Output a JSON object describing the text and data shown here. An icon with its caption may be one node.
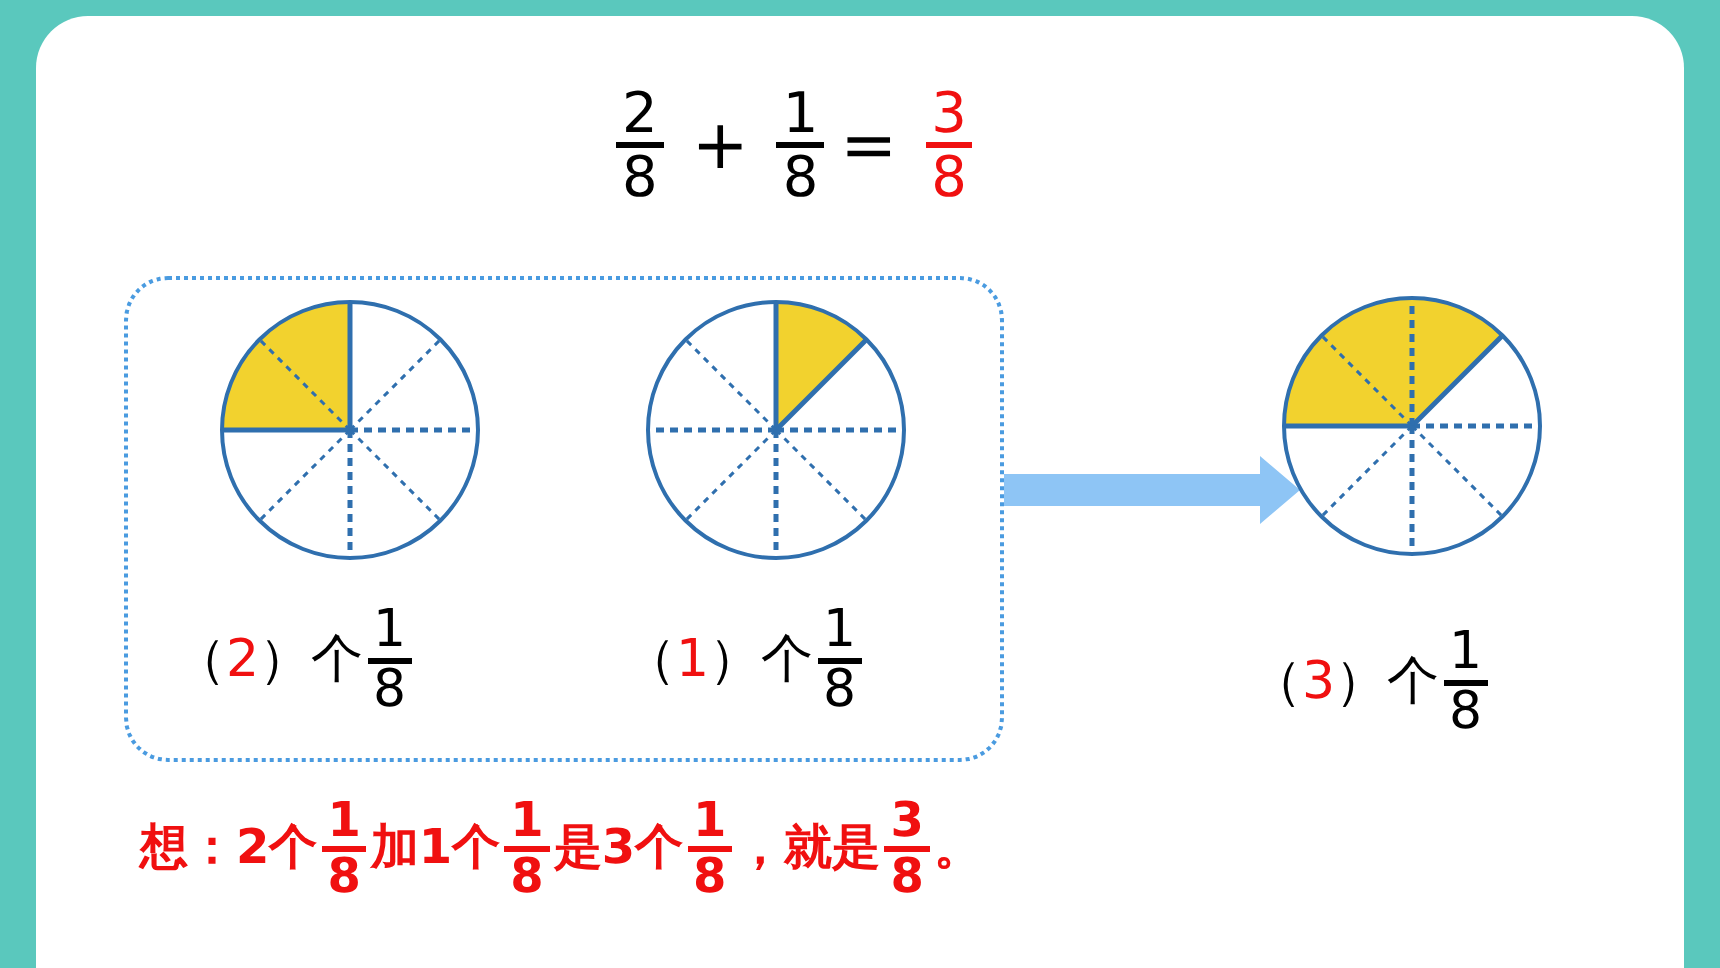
{
  "diagram": {
    "nodes": [
      {
        "text": [],
        "shape": "box"
      },
      {
        "text": [],
        "shape": "circle",
        "in": 0,
        "beside": [
          "（",
          "2",
          "）个",
          "1",
          "8"
        ]
      },
      {
        "text": [],
        "shape": "circle",
        "in": 0,
        "beside": [
          "（",
          "1",
          "）个",
          "1",
          "8"
        ]
      },
      {
        "text": [],
        "shape": "circle",
        "beside": [
          "（",
          "3",
          "）个",
          "1",
          "8"
        ]
      }
    ],
    "edges": [
      {
        "from": 0,
        "to": 3,
        "arrow": "to"
      }
    ],
    "labels": [
      "2",
      "8",
      "+",
      "1",
      "8",
      "=",
      "3",
      "8",
      "想：2个",
      "1",
      "8",
      "加1个",
      "1",
      "8",
      "是3个",
      "1",
      "8",
      "，就是",
      "3",
      "8",
      "。"
    ]
  }
}
